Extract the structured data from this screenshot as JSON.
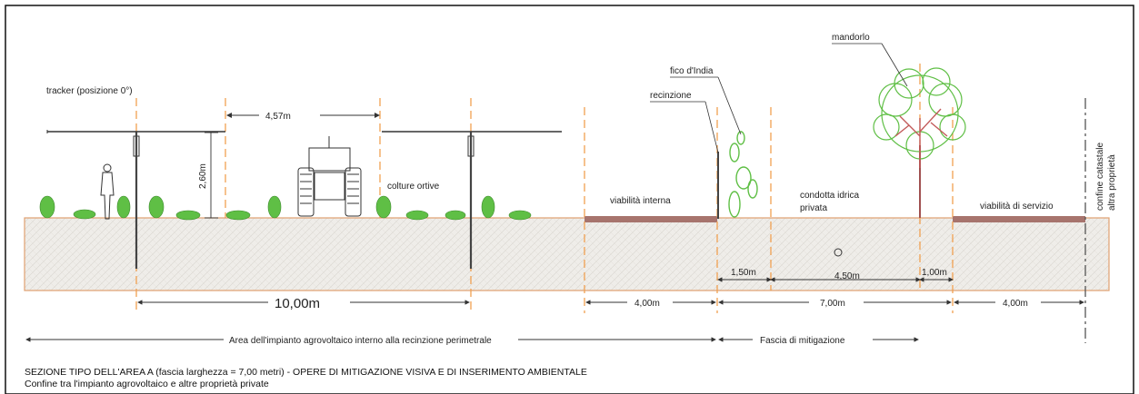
{
  "labels": {
    "tracker": "tracker (posizione 0°)",
    "colture": "colture ortive",
    "recinzione": "recinzione",
    "fico": "fico d'India",
    "mandorlo": "mandorlo",
    "condotta_1": "condotta idrica",
    "condotta_2": "privata",
    "viabilita_interna": "viabilità interna",
    "viabilita_servizio": "viabilità di servizio",
    "confine_1": "confine catastale",
    "confine_2": "altra proprietà"
  },
  "dimensions": {
    "tracker_spacing": "4,57m",
    "tracker_height": "2,60m",
    "area_width": "10,00m",
    "viab_int_width": "4,00m",
    "mitigation_width": "7,00m",
    "viab_serv_width": "4,00m",
    "fico_offset": "1,50m",
    "pipe_offset": "4,50m",
    "tree_offset": "1,00m"
  },
  "zones": {
    "area_impianto": "Area dell'impianto agrovoltaico interno alla recinzione perimetrale",
    "fascia": "Fascia di mitigazione"
  },
  "caption": {
    "line1": "SEZIONE TIPO DELL'AREA A (fascia larghezza = 7,00 metri)  - OPERE DI MITIGAZIONE VISIVA E DI INSERIMENTO AMBIENTALE",
    "line2": "Confine tra l'impianto agrovoltaico e altre proprietà private"
  },
  "colors": {
    "ground": "#efede9",
    "road": "#a7746d",
    "axis": "#f0a050",
    "plant": "#5fbf45",
    "tree": "#c25a5a"
  },
  "icons": [
    "tractor-icon",
    "person-icon",
    "tree-icon",
    "cactus-icon",
    "pipe-icon"
  ]
}
